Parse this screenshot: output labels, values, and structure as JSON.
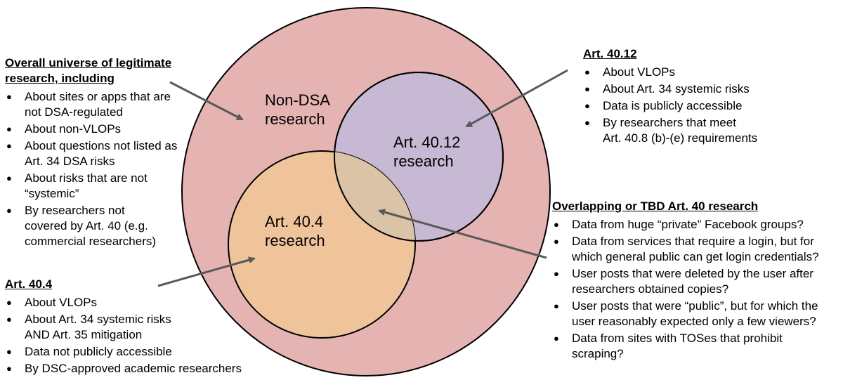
{
  "colors": {
    "outer_fill": "#e6b3b3",
    "purple_fill": "#c7b8d3",
    "orange_fill": "#efc49a",
    "overlap_fill": "#dbc3a7",
    "stroke": "#000000",
    "arrow": "#595959"
  },
  "circles": {
    "outer": [
      "Non-DSA",
      "research"
    ],
    "art4012": [
      "Art. 40.12",
      "research"
    ],
    "art404": [
      "Art. 40.4",
      "research"
    ]
  },
  "left_top": {
    "heading": [
      "Overall universe of legitimate",
      "research, including"
    ],
    "items": [
      [
        "About sites or apps that are",
        "not DSA-regulated"
      ],
      [
        "About non-VLOPs"
      ],
      [
        "About questions not listed as",
        "Art. 34 DSA risks"
      ],
      [
        "About risks that are not",
        "“systemic”"
      ],
      [
        "By researchers not",
        "covered by Art. 40 (e.g.",
        "commercial researchers)"
      ]
    ]
  },
  "left_bottom": {
    "heading": [
      "Art. 40.4"
    ],
    "items": [
      [
        "About VLOPs"
      ],
      [
        "About Art. 34 systemic risks",
        "AND Art. 35 mitigation"
      ],
      [
        "Data not publicly accessible"
      ],
      [
        "By DSC-approved academic researchers"
      ]
    ]
  },
  "right_top": {
    "heading": [
      "Art. 40.12"
    ],
    "items": [
      [
        "About VLOPs"
      ],
      [
        "About Art. 34 systemic risks"
      ],
      [
        "Data is publicly accessible"
      ],
      [
        "By researchers that meet",
        "Art. 40.8 (b)-(e) requirements"
      ]
    ]
  },
  "right_bottom": {
    "heading": [
      "Overlapping or TBD Art. 40 research"
    ],
    "items": [
      [
        "Data from huge “private” Facebook groups?"
      ],
      [
        "Data from services that require a login, but for",
        "which general public can get login credentials?"
      ],
      [
        "User posts that were deleted by the user after",
        "researchers obtained copies?"
      ],
      [
        "User posts that were “public”, but for which the",
        "user reasonably expected only a few viewers?"
      ],
      [
        "Data from sites with TOSes that prohibit",
        "scraping?"
      ]
    ]
  }
}
